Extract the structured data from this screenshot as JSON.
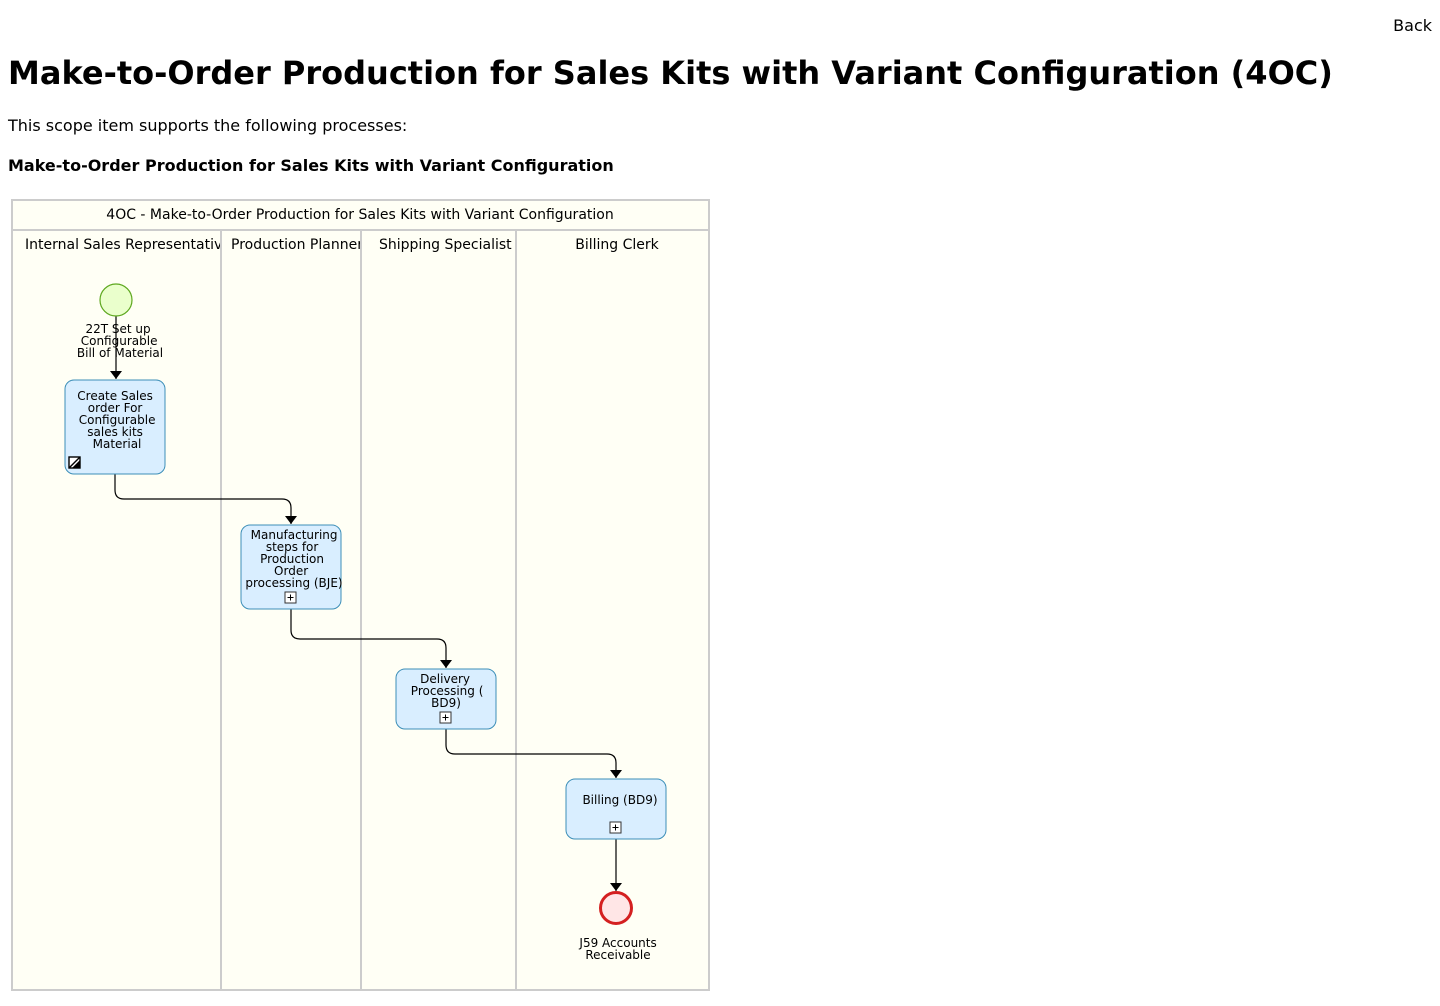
{
  "nav": {
    "back_label": "Back"
  },
  "page": {
    "title": "Make-to-Order Production for Sales Kits with Variant Configuration (4OC)",
    "intro": "This scope item supports the following processes:",
    "process_heading": "Make-to-Order Production for Sales Kits with Variant Configuration"
  },
  "diagram": {
    "pool_title": "4OC - Make-to-Order Production for Sales Kits with Variant Configuration",
    "lanes": [
      {
        "label": "Internal Sales Representative"
      },
      {
        "label": "Production Planner"
      },
      {
        "label": "Shipping Specialist"
      },
      {
        "label": "Billing Clerk"
      }
    ],
    "start_event": {
      "label_lines": [
        "22T Set up",
        "Configurable",
        "Bill of Material"
      ]
    },
    "tasks": [
      {
        "lines": [
          "Create Sales",
          "order For",
          "Configurable",
          "sales kits",
          "Material"
        ],
        "marker": "manual"
      },
      {
        "lines": [
          "Manufacturing",
          "steps for",
          "Production",
          "Order",
          "processing (BJE)"
        ],
        "marker": "subprocess"
      },
      {
        "lines": [
          "Delivery",
          "Processing (",
          "BD9)"
        ],
        "marker": "subprocess"
      },
      {
        "lines": [
          "Billing (BD9)"
        ],
        "marker": "subprocess"
      }
    ],
    "end_event": {
      "label_lines": [
        "J59 Accounts",
        "Receivable"
      ]
    },
    "colors": {
      "pool_fill": "#fffff5",
      "pool_stroke": "#cccccc",
      "task_fill": "#d9eeff",
      "task_stroke": "#3d8fb8",
      "start_fill": "#eaffcc",
      "start_stroke": "#5ea81f",
      "end_fill": "#ffe6e6",
      "end_stroke": "#d42020"
    }
  }
}
